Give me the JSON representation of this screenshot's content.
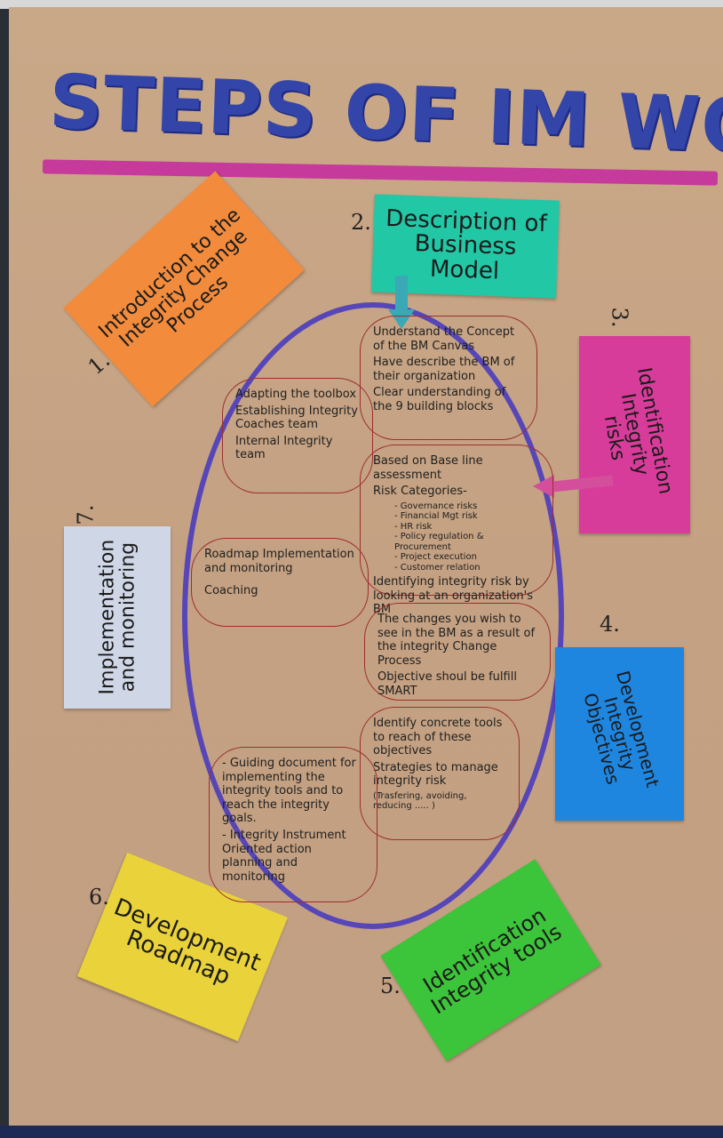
{
  "title": "STEPS OF IM WORKSHOP",
  "steps": [
    {
      "number": "1.",
      "label": "Introduction to the Integrity Change Process",
      "color": "#f28b3c"
    },
    {
      "number": "2.",
      "label": "Description of Business Model",
      "color": "#22c7a6"
    },
    {
      "number": "3.",
      "label": "Identification Integrity risks",
      "color": "#d83c9a"
    },
    {
      "number": "4.",
      "label": "Development Integrity Objectives",
      "color": "#1f86e0"
    },
    {
      "number": "5.",
      "label": "Identification Integrity tools",
      "color": "#3cc43a"
    },
    {
      "number": "6.",
      "label": "Development Roadmap",
      "color": "#e9d23a"
    },
    {
      "number": "7.",
      "label": "Implementation and monitoring",
      "color": "#cfd6e6"
    }
  ],
  "notes": {
    "business_model": [
      "Understand the Concept of the BM Canvas",
      "Have describe the BM of their organization",
      "Clear understanding of the 9 building blocks"
    ],
    "intro": [
      "Adapting the toolbox",
      "Establishing Integrity Coaches team",
      "Internal Integrity team"
    ],
    "risks_head": [
      "Based on Base line assessment",
      "Risk Categories-"
    ],
    "risks_list": [
      "- Governance risks",
      "- Financial Mgt risk",
      "- HR risk",
      "- Policy regulation & Procurement",
      "- Project execution",
      "- Customer relation"
    ],
    "risks_tail": "Identifying integrity risk by looking at an organization's BM",
    "implementation": [
      "Roadmap Implementation and monitoring",
      "Coaching"
    ],
    "objectives": [
      "The changes you wish to see in the BM as a result of the integrity Change Process",
      "Objective shoul be fulfill SMART"
    ],
    "tools": [
      "Identify concrete tools to reach of these objectives",
      "Strategies to manage integrity risk",
      "(Trasfering, avoiding, reducing ..... )"
    ],
    "roadmap": [
      "- Guiding document for implementing the integrity tools and to reach the integrity goals.",
      "- Integrity Instrument Oriented action planning and monitoring"
    ]
  }
}
